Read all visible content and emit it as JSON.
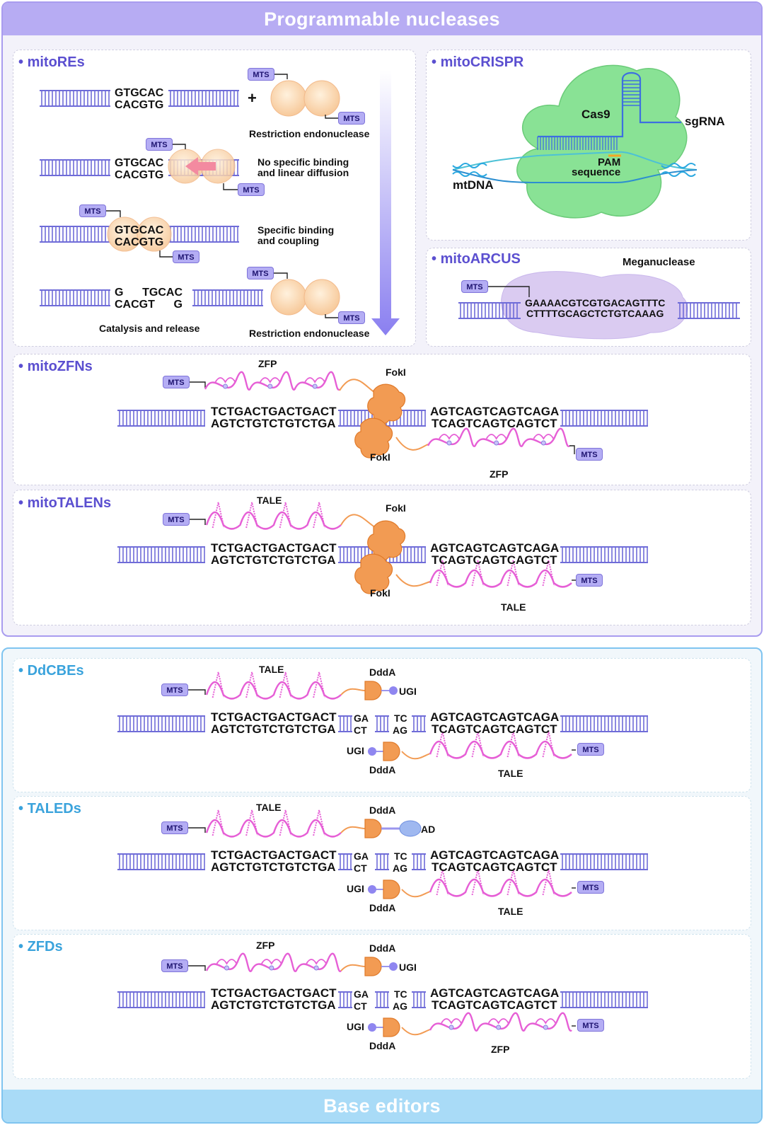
{
  "banners": {
    "top": "Programmable nucleases",
    "bottom": "Base editors"
  },
  "colors": {
    "purple": "#b7acf3",
    "blue": "#a9dbf7",
    "dna": "#6f6cd8",
    "mts": "#b4adf4",
    "zfp": "#e65fd6",
    "fokl": "#f29b53",
    "cas9": "#7ddf8a",
    "arcus": "#d6c6f0"
  },
  "mitoREs": {
    "title": "mitoREs",
    "mts": "MTS",
    "seq_top": "GTGCAC",
    "seq_bottom": "CACGTG",
    "plus": "+",
    "enzyme1": "Restriction endonuclease",
    "step2": "No specific binding\nand linear diffusion",
    "step3": "Specific binding\nand coupling",
    "cut_top": "G      TGCAC",
    "cut_bottom": "CACGT      G",
    "step4": "Catalysis and release",
    "enzyme2": "Restriction endonuclease"
  },
  "mitoCRISPR": {
    "title": "mitoCRISPR",
    "cas9": "Cas9",
    "sgrna": "sgRNA",
    "pam": "PAM\nsequence",
    "mtdna": "mtDNA"
  },
  "mitoARCUS": {
    "title": "mitoARCUS",
    "meganuclease": "Meganuclease",
    "mts": "MTS",
    "seq_top": "GAAAACGTCGTGACAGTTTC",
    "seq_bottom": "CTTTTGCAGCTCTGTCAAAG"
  },
  "mitoZFNs": {
    "title": "mitoZFNs",
    "zfp_top": "ZFP",
    "zfp_bottom": "ZFP",
    "fokl_top": "FokI",
    "fokl_bottom": "FokI",
    "mts": "MTS",
    "left_top": "TCTGACTGACTGACT",
    "left_bottom": "AGTCTGTCTGTCTGA",
    "right_top": "AGTCAGTCAGTCAGA",
    "right_bottom": "TCAGTCAGTCAGTCT"
  },
  "mitoTALENs": {
    "title": "mitoTALENs",
    "tale_top": "TALE",
    "tale_bottom": "TALE",
    "fokl_top": "FokI",
    "fokl_bottom": "FokI",
    "mts": "MTS",
    "left_top": "TCTGACTGACTGACT",
    "left_bottom": "AGTCTGTCTGTCTGA",
    "right_top": "AGTCAGTCAGTCAGA",
    "right_bottom": "TCAGTCAGTCAGTCT"
  },
  "DdCBEs": {
    "title": "DdCBEs",
    "binder_top": "TALE",
    "binder_bottom": "TALE",
    "ddda": "DddA",
    "ugi": "UGI",
    "mts": "MTS",
    "ga": "GA",
    "ct": "CT",
    "tc": "TC",
    "ag": "AG",
    "extra": "UGI",
    "left_top": "TCTGACTGACTGACT",
    "left_bottom": "AGTCTGTCTGTCTGA",
    "right_top": "AGTCAGTCAGTCAGA",
    "right_bottom": "TCAGTCAGTCAGTCT"
  },
  "TALEDs": {
    "title": "TALEDs",
    "binder_top": "TALE",
    "binder_bottom": "TALE",
    "ddda": "DddA",
    "ugi": "UGI",
    "mts": "MTS",
    "ga": "GA",
    "ct": "CT",
    "tc": "TC",
    "ag": "AG",
    "extra": "AD",
    "left_top": "TCTGACTGACTGACT",
    "left_bottom": "AGTCTGTCTGTCTGA",
    "right_top": "AGTCAGTCAGTCAGA",
    "right_bottom": "TCAGTCAGTCAGTCT"
  },
  "ZFDs": {
    "title": "ZFDs",
    "binder_top": "ZFP",
    "binder_bottom": "ZFP",
    "ddda": "DddA",
    "ugi": "UGI",
    "mts": "MTS",
    "ga": "GA",
    "ct": "CT",
    "tc": "TC",
    "ag": "AG",
    "extra": "UGI",
    "left_top": "TCTGACTGACTGACT",
    "left_bottom": "AGTCTGTCTGTCTGA",
    "right_top": "AGTCAGTCAGTCAGA",
    "right_bottom": "TCAGTCAGTCAGTCT"
  }
}
